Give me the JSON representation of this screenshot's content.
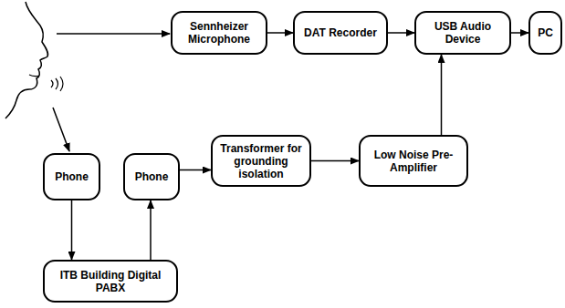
{
  "diagram": {
    "nodes": [
      {
        "text": [
          "Sennheizer Microphone"
        ]
      },
      {
        "text": [
          "DAT Recorder"
        ]
      },
      {
        "text": [
          "USB Audio Device"
        ]
      },
      {
        "text": [
          "PC"
        ]
      },
      {
        "text": [
          "Phone"
        ]
      },
      {
        "text": [
          "Phone"
        ]
      },
      {
        "text": [
          "Transformer for grounding isolation"
        ]
      },
      {
        "text": [
          "Low Noise Pre-Amplifier"
        ]
      },
      {
        "text": [
          "ITB Building Digital PABX"
        ]
      }
    ],
    "edges": [
      {
        "from": 0,
        "to": 1,
        "arrow": "to"
      },
      {
        "from": 1,
        "to": 2,
        "arrow": "to"
      },
      {
        "from": 2,
        "to": 3,
        "arrow": "to"
      },
      {
        "from": 4,
        "to": 8,
        "arrow": "to"
      },
      {
        "from": 8,
        "to": 5,
        "arrow": "to"
      },
      {
        "from": 5,
        "to": 6,
        "arrow": "to"
      },
      {
        "from": 6,
        "to": 7,
        "arrow": "to"
      },
      {
        "from": 7,
        "to": 2,
        "arrow": "to"
      }
    ]
  }
}
